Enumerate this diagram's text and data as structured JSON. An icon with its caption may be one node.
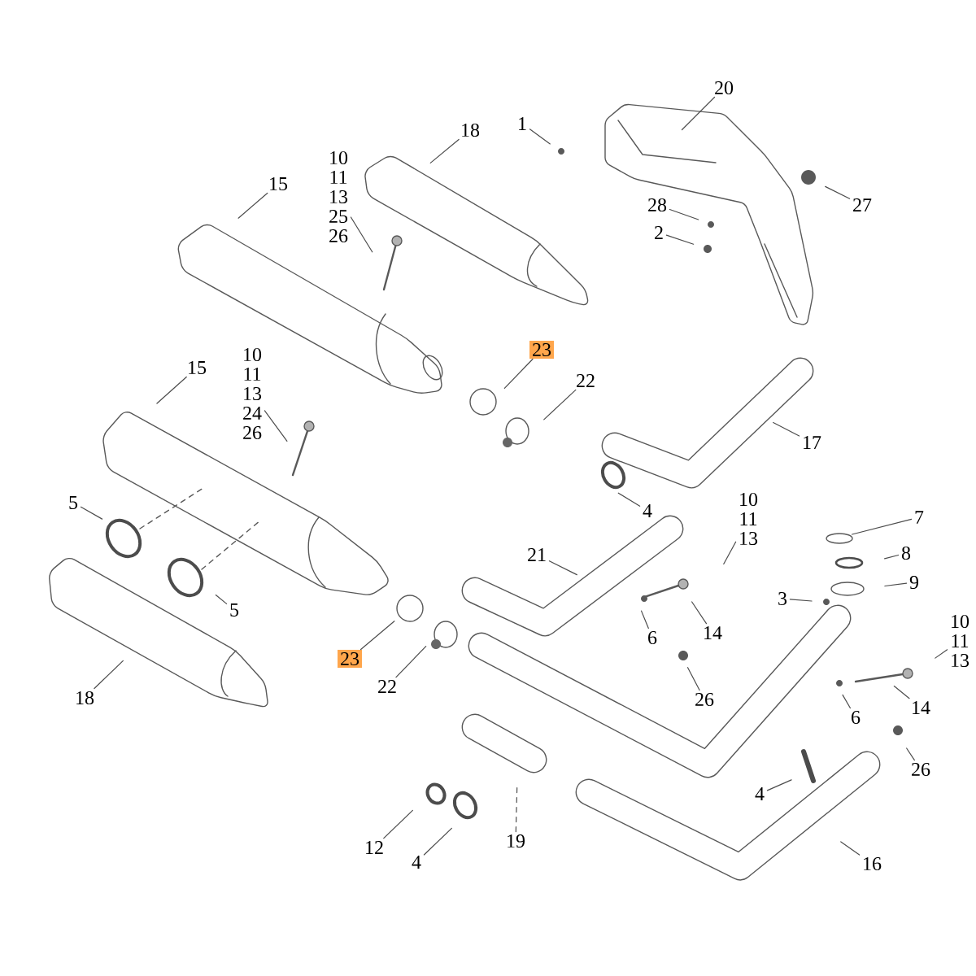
{
  "diagram": {
    "nodes": [
      {
        "text": [
          "1"
        ]
      },
      {
        "text": [
          "20"
        ]
      },
      {
        "text": [
          "18"
        ]
      },
      {
        "text": [
          "10",
          "11",
          "13",
          "25",
          "26"
        ]
      },
      {
        "text": [
          "15"
        ]
      },
      {
        "text": [
          "28"
        ]
      },
      {
        "text": [
          "2"
        ]
      },
      {
        "text": [
          "27"
        ]
      },
      {
        "text": [
          "23"
        ]
      },
      {
        "text": [
          "22"
        ]
      },
      {
        "text": [
          "15"
        ]
      },
      {
        "text": [
          "10",
          "11",
          "13",
          "24",
          "26"
        ]
      },
      {
        "text": [
          "17"
        ]
      },
      {
        "text": [
          "4"
        ]
      },
      {
        "text": [
          "5"
        ]
      },
      {
        "text": [
          "5"
        ]
      },
      {
        "text": [
          "18"
        ]
      },
      {
        "text": [
          "23"
        ]
      },
      {
        "text": [
          "22"
        ]
      },
      {
        "text": [
          "12"
        ]
      },
      {
        "text": [
          "4"
        ]
      },
      {
        "text": [
          "19"
        ]
      },
      {
        "text": [
          "21"
        ]
      },
      {
        "text": [
          "10",
          "11",
          "13"
        ]
      },
      {
        "text": [
          "14"
        ]
      },
      {
        "text": [
          "6"
        ]
      },
      {
        "text": [
          "26"
        ]
      },
      {
        "text": [
          "7"
        ]
      },
      {
        "text": [
          "8"
        ]
      },
      {
        "text": [
          "9"
        ]
      },
      {
        "text": [
          "3"
        ]
      },
      {
        "text": [
          "10",
          "11",
          "13"
        ]
      },
      {
        "text": [
          "14"
        ]
      },
      {
        "text": [
          "6"
        ]
      },
      {
        "text": [
          "26"
        ]
      },
      {
        "text": [
          "4"
        ]
      },
      {
        "text": [
          "16"
        ]
      }
    ],
    "edges": [
      {
        "from": 0,
        "to": null,
        "arrow": "none"
      },
      {
        "from": 1,
        "to": null,
        "arrow": "none"
      },
      {
        "from": 2,
        "to": null,
        "arrow": "none"
      },
      {
        "from": 3,
        "to": null,
        "arrow": "none"
      },
      {
        "from": 4,
        "to": null,
        "arrow": "none"
      },
      {
        "from": 5,
        "to": null,
        "arrow": "none"
      },
      {
        "from": 6,
        "to": null,
        "arrow": "none"
      },
      {
        "from": 7,
        "to": null,
        "arrow": "none"
      },
      {
        "from": 8,
        "to": null,
        "arrow": "none"
      },
      {
        "from": 9,
        "to": null,
        "arrow": "none"
      },
      {
        "from": 10,
        "to": null,
        "arrow": "none"
      },
      {
        "from": 11,
        "to": null,
        "arrow": "none"
      },
      {
        "from": 12,
        "to": null,
        "arrow": "none"
      },
      {
        "from": 13,
        "to": null,
        "arrow": "none"
      },
      {
        "from": 14,
        "to": null,
        "arrow": "none"
      },
      {
        "from": 15,
        "to": null,
        "arrow": "none"
      },
      {
        "from": 16,
        "to": null,
        "arrow": "none"
      },
      {
        "from": 17,
        "to": null,
        "arrow": "none"
      },
      {
        "from": 18,
        "to": null,
        "arrow": "none"
      },
      {
        "from": 19,
        "to": null,
        "arrow": "none"
      },
      {
        "from": 20,
        "to": null,
        "arrow": "none"
      },
      {
        "from": 21,
        "to": null,
        "arrow": "none",
        "style": "dashed"
      },
      {
        "from": 22,
        "to": null,
        "arrow": "none"
      },
      {
        "from": 23,
        "to": null,
        "arrow": "none"
      },
      {
        "from": 24,
        "to": null,
        "arrow": "none"
      },
      {
        "from": 25,
        "to": null,
        "arrow": "none"
      },
      {
        "from": 26,
        "to": null,
        "arrow": "none"
      },
      {
        "from": 27,
        "to": null,
        "arrow": "none"
      },
      {
        "from": 28,
        "to": null,
        "arrow": "none"
      },
      {
        "from": 29,
        "to": null,
        "arrow": "none"
      },
      {
        "from": 30,
        "to": null,
        "arrow": "none"
      },
      {
        "from": 31,
        "to": null,
        "arrow": "none"
      },
      {
        "from": 32,
        "to": null,
        "arrow": "none"
      },
      {
        "from": 33,
        "to": null,
        "arrow": "none"
      },
      {
        "from": 34,
        "to": null,
        "arrow": "none"
      },
      {
        "from": 35,
        "to": null,
        "arrow": "none"
      },
      {
        "from": 36,
        "to": null,
        "arrow": "none"
      }
    ]
  }
}
